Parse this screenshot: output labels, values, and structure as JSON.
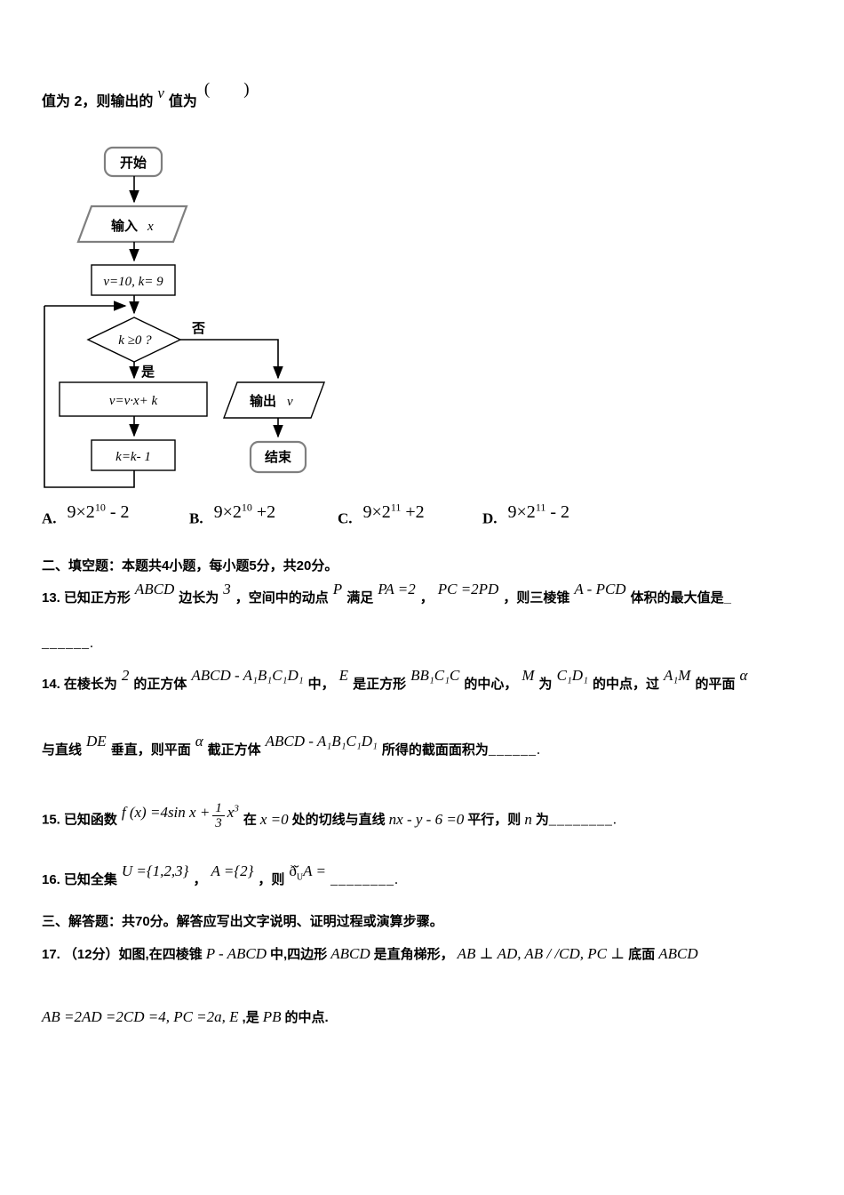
{
  "page": {
    "background": "#ffffff",
    "text_color": "#000000",
    "flow_line_color": "#000000",
    "flow_terminal_border": "#7f7f7f"
  },
  "question12": {
    "stem_pre": "值为 2，则输出的",
    "stem_var": "v",
    "stem_post": "值为",
    "answer_brackets": "(        )",
    "options": [
      {
        "letter": "A.",
        "base": "9×2",
        "exp": "10",
        "tail": " - 2"
      },
      {
        "letter": "B.",
        "base": "9×2",
        "exp": "10",
        "tail": " +2"
      },
      {
        "letter": "C.",
        "base": "9×2",
        "exp": "11",
        "tail": " +2"
      },
      {
        "letter": "D.",
        "base": "9×2",
        "exp": "11",
        "tail": " - 2"
      }
    ]
  },
  "flowchart": {
    "start": "开始",
    "input_label": "输入",
    "input_var": "x",
    "init": "v=10, k= 9",
    "condition": "k ≥0 ?",
    "branch_no": "否",
    "branch_yes": "是",
    "assign": "v=v·x+ k",
    "decrement": "k=k- 1",
    "output_label": "输出",
    "output_var": "v",
    "end": "结束"
  },
  "section_fill": {
    "heading": "二、填空题：本题共4小题，每小题5分，共20分。"
  },
  "q13": {
    "num": "13.",
    "cn1": "已知正方形",
    "m1": "ABCD",
    "cn2": "边长为",
    "m2": "3",
    "cn3": "，空间中的动点",
    "m3": "P",
    "cn4": "满足",
    "m4": "PA =2",
    "cn5": "，",
    "m5": "PC =2PD",
    "cn6": "，则三棱锥",
    "m6": "A - PCD",
    "cn7": "体积的最大值是_",
    "blank": "______."
  },
  "q14": {
    "num": "14.",
    "cn1": "在棱长为",
    "m1": "2",
    "cn2": "的正方体",
    "m2": "ABCD - A₁B₁C₁D₁",
    "cn3": "中，",
    "m3": "E",
    "cn4": "是正方形",
    "m4": "BB₁C₁C",
    "cn5": "的中心，",
    "m5": "M",
    "cn6": "为",
    "m6": "C₁D₁",
    "cn7": "的中点，过",
    "m7": "A₁M",
    "cn8": "的平面",
    "m8": "α",
    "l2cn1": "与直线",
    "l2m1": "DE",
    "l2cn2": "垂直，则平面",
    "l2m2": "α",
    "l2cn3": "截正方体",
    "l2m3": "ABCD - A₁B₁C₁D₁",
    "l2cn4": "所得的截面面积为",
    "blank": "______."
  },
  "q15": {
    "num": "15.",
    "cn1": "已知函数",
    "fpre": "f (x) =4sin x +",
    "fnum": "1",
    "fden": "3",
    "fxbase": "x",
    "fxexp": "3",
    "cn2": "在",
    "m2": "x =0",
    "cn3": "处的切线与直线",
    "m3": "nx - y - 6 =0",
    "cn4": "平行，则",
    "m4": "n",
    "cn5": "为",
    "blank": "________."
  },
  "q16": {
    "num": "16.",
    "cn1": "已知全集",
    "m1": "U ={1,2,3}",
    "cn2": "，",
    "m2": "A ={2}",
    "cn3": "，则",
    "comp_glyph": "ð̆",
    "comp_sub": "U",
    "comp_rest": "A =",
    "blank": "________."
  },
  "section_solve": {
    "heading": "三、解答题：共70分。解答应写出文字说明、证明过程或演算步骤。"
  },
  "q17": {
    "num": "17.",
    "cn1": "（12分）如图,在四棱锥",
    "m1": "P - ABCD",
    "cn2": "中,四边形",
    "m2": "ABCD",
    "cn3": "是直角梯形，",
    "m3": "AB ⊥ AD, AB / /CD, PC ⊥",
    "cn4": "底面",
    "m4": "ABCD",
    "l2m1": "AB =2AD =2CD =4, PC =2a, E",
    "l2cn1": ",是",
    "l2m2": "PB",
    "l2cn2": "的中点."
  }
}
